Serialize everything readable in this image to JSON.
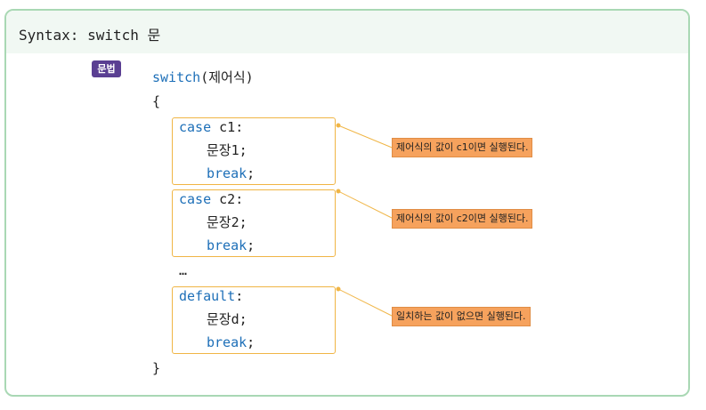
{
  "header": {
    "title": "Syntax: switch 문"
  },
  "badge": {
    "label": "문법"
  },
  "code": {
    "switch_keyword": "switch",
    "switch_rest": "(제어식)",
    "open_brace": "{",
    "case1_keyword": "case",
    "case1_value": " c1:",
    "statement1": "문장1;",
    "break1": "break",
    "case2_keyword": "case",
    "case2_value": " c2:",
    "statement2": "문장2;",
    "break2": "break",
    "ellipsis": "…",
    "default_keyword": "default",
    "default_colon": ":",
    "statement_d": "문장d;",
    "break3": "break",
    "semicolon": ";",
    "close_brace": "}"
  },
  "notes": {
    "case1": "제어식의 값이 c1이면 실행된다.",
    "case2": "제어식의 값이 c2이면 실행된다.",
    "default": "일치하는 값이 없으면 실행된다."
  },
  "colors": {
    "border": "#a9d8b4",
    "header_bg": "#f1f8f3",
    "keyword": "#1d6fb8",
    "badge": "#5a3f92",
    "box_border": "#f0b545",
    "note_bg": "#f6a25d"
  }
}
